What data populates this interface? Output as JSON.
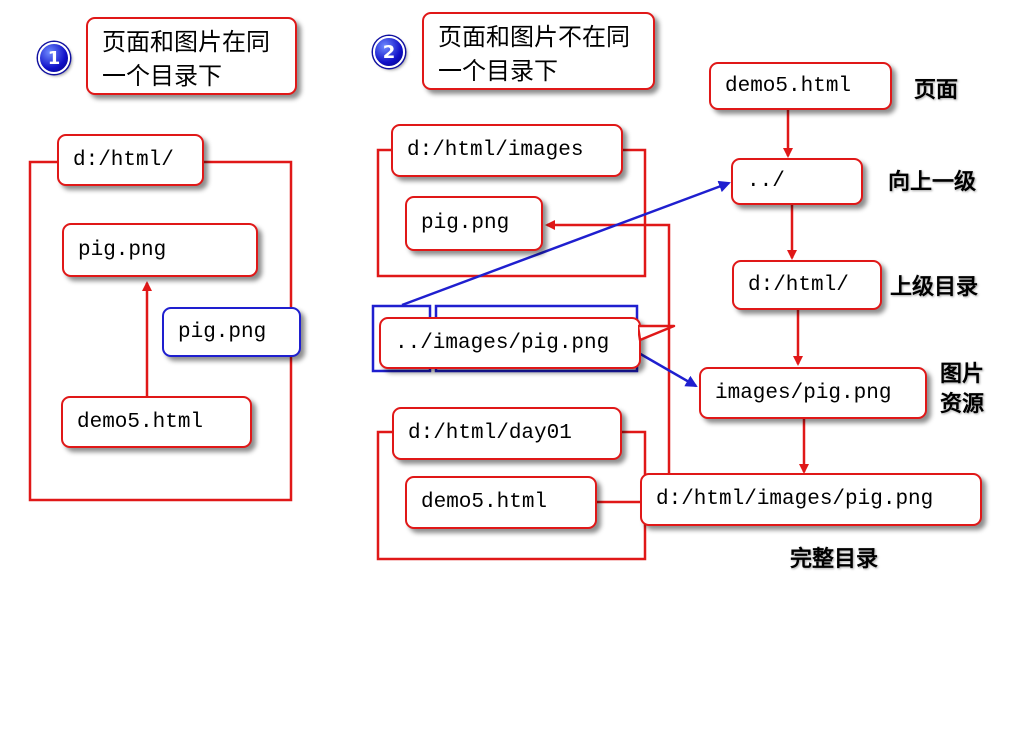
{
  "section1": {
    "badge": "1",
    "title": "页面和图片在同一个目录下",
    "folder": "d:/html/",
    "image_file": "pig.png",
    "callout": "pig.png",
    "page_file": "demo5.html"
  },
  "section2": {
    "badge": "2",
    "title": "页面和图片不在同一个目录下",
    "images_folder": "d:/html/images",
    "image_file": "pig.png",
    "relative_path": "../images/pig.png",
    "day_folder": "d:/html/day01",
    "page_file": "demo5.html"
  },
  "resolution": {
    "page": "demo5.html",
    "page_label": "页面",
    "up": "../",
    "up_label": "向上一级",
    "parent": "d:/html/",
    "parent_label": "上级目录",
    "resource": "images/pig.png",
    "resource_label": "图片资源",
    "full": "d:/html/images/pig.png",
    "full_label": "完整目录"
  },
  "colors": {
    "red": "#e01818",
    "blue": "#1f1fcf"
  }
}
